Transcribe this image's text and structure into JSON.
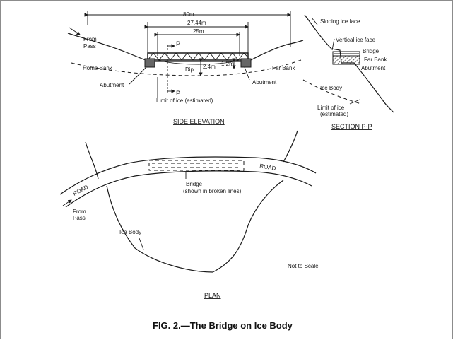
{
  "side_elevation": {
    "title": "SIDE ELEVATION",
    "dim_total": "80m",
    "dim_span": "27.44m",
    "dim_inner": "25m",
    "dip_label": "Dip",
    "dip_value": "2.4m",
    "height_value": "1.2m",
    "from_pass": "From",
    "from_pass_2": "Pass",
    "home_bank": "Home Bank",
    "far_bank": "Far Bank",
    "abutment_left": "Abutment",
    "abutment_right": "Abutment",
    "section_marker_top": "P",
    "section_marker_bottom": "P",
    "limit_ice": "Limit of ice (estimated)"
  },
  "section_pp": {
    "title": "SECTION P-P",
    "sloping_ice_face": "Sloping ice face",
    "vertical_ice_face": "Vertical ice face",
    "bridge": "Bridge",
    "far_bank": "Far Bank",
    "abutment": "Abutment",
    "ice_body": "Ice Body",
    "limit_ice_1": "Limit of ice",
    "limit_ice_2": "(estimated)"
  },
  "plan": {
    "title": "PLAN",
    "road_left": "ROAD",
    "road_right": "ROAD",
    "bridge_1": "Bridge",
    "bridge_2": "(shown in broken lines)",
    "from_pass_1": "From",
    "from_pass_2": "Pass",
    "ice_body": "Ice Body",
    "not_to_scale": "Not to Scale"
  },
  "caption": "FIG. 2.—The Bridge on Ice Body"
}
